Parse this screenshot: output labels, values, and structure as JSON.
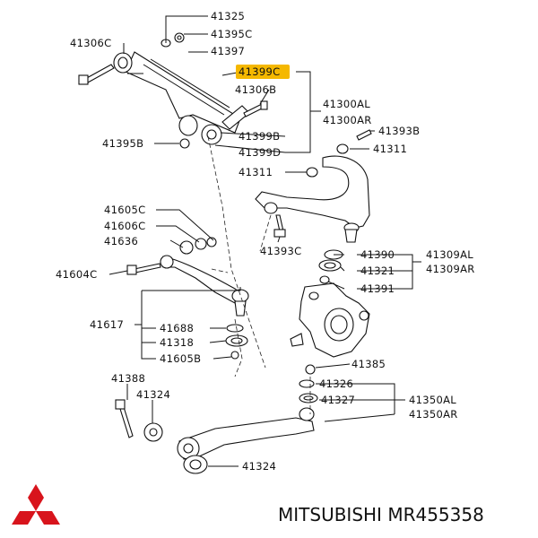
{
  "diagram": {
    "callouts": [
      {
        "id": "c0",
        "text": "41325"
      },
      {
        "id": "c1",
        "text": "41395C"
      },
      {
        "id": "c2",
        "text": "41397"
      },
      {
        "id": "c3",
        "text": "41306C"
      },
      {
        "id": "c4",
        "text": "41399C",
        "highlighted": true
      },
      {
        "id": "c5",
        "text": "41306B"
      },
      {
        "id": "c6",
        "text": "41300AL"
      },
      {
        "id": "c7",
        "text": "41300AR"
      },
      {
        "id": "c8",
        "text": "41399B"
      },
      {
        "id": "c9",
        "text": "41399D"
      },
      {
        "id": "c10",
        "text": "41395B"
      },
      {
        "id": "c11",
        "text": "41393B"
      },
      {
        "id": "c12",
        "text": "41311"
      },
      {
        "id": "c13",
        "text": "41311"
      },
      {
        "id": "c14",
        "text": "41605C"
      },
      {
        "id": "c15",
        "text": "41606C"
      },
      {
        "id": "c16",
        "text": "41636"
      },
      {
        "id": "c17",
        "text": "41604C"
      },
      {
        "id": "c18",
        "text": "41393C"
      },
      {
        "id": "c19",
        "text": "41390"
      },
      {
        "id": "c20",
        "text": "41321"
      },
      {
        "id": "c21",
        "text": "41391"
      },
      {
        "id": "c22",
        "text": "41309AL"
      },
      {
        "id": "c23",
        "text": "41309AR"
      },
      {
        "id": "c24",
        "text": "41617"
      },
      {
        "id": "c25",
        "text": "41688"
      },
      {
        "id": "c26",
        "text": "41318"
      },
      {
        "id": "c27",
        "text": "41605B"
      },
      {
        "id": "c28",
        "text": "41385"
      },
      {
        "id": "c29",
        "text": "41388"
      },
      {
        "id": "c30",
        "text": "41324"
      },
      {
        "id": "c31",
        "text": "41326"
      },
      {
        "id": "c32",
        "text": "41327"
      },
      {
        "id": "c33",
        "text": "41350AL"
      },
      {
        "id": "c34",
        "text": "41350AR"
      },
      {
        "id": "c35",
        "text": "41324"
      }
    ],
    "highlight_color": "#f5b800"
  },
  "footer": {
    "brand_text": "MITSUBISHI MR455358",
    "logo": "mitsubishi-three-diamond-logo",
    "logo_color": "#d8141c"
  }
}
